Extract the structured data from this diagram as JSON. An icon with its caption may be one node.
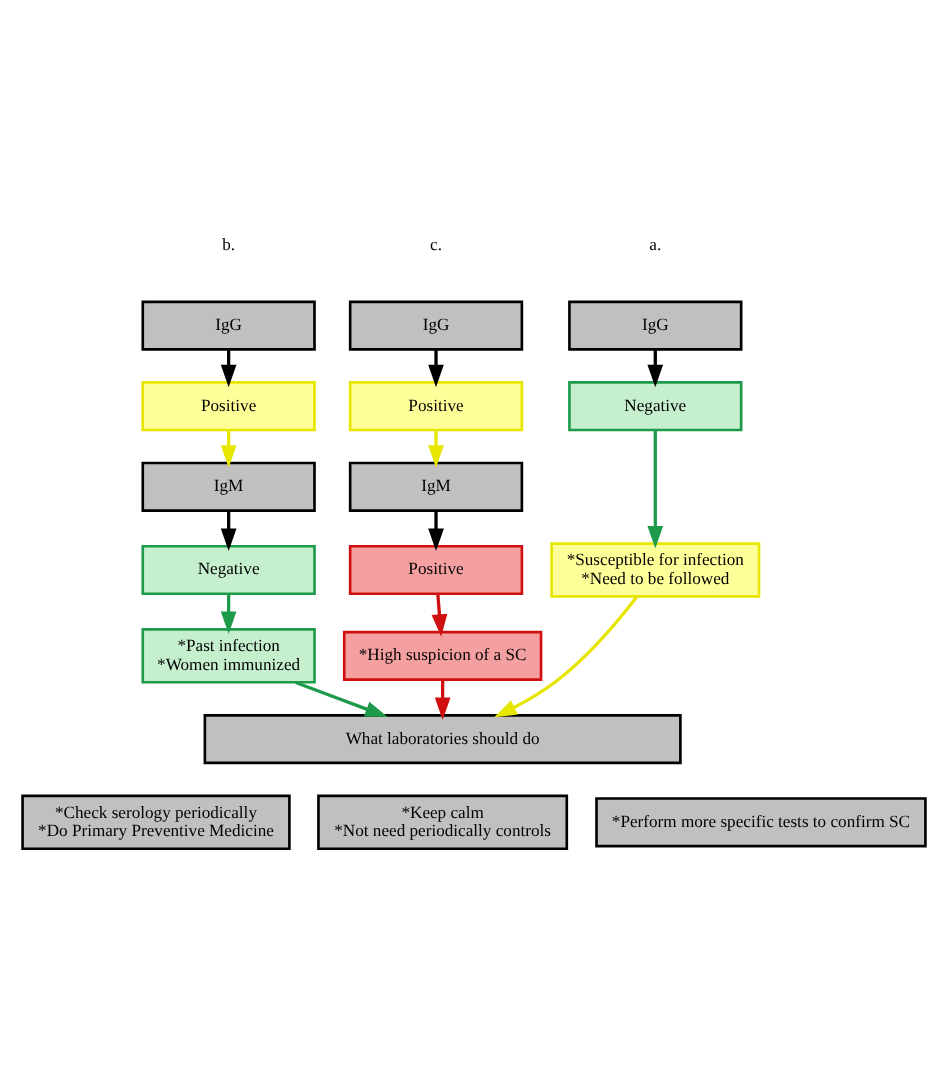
{
  "diagram": {
    "nodes": [
      {
        "text": [
          "IgG"
        ]
      },
      {
        "text": [
          "Negative"
        ]
      },
      {
        "text": [
          "*Susceptible for infection",
          "*Need to be followed"
        ]
      },
      {
        "text": [
          "IgG"
        ]
      },
      {
        "text": [
          "Positive"
        ]
      },
      {
        "text": [
          "IgM"
        ]
      },
      {
        "text": [
          "Negative"
        ]
      },
      {
        "text": [
          "*Past infection",
          "*Women immunized"
        ]
      },
      {
        "text": [
          "IgG"
        ]
      },
      {
        "text": [
          "Positive"
        ]
      },
      {
        "text": [
          "IgM"
        ]
      },
      {
        "text": [
          "Positive"
        ]
      },
      {
        "text": [
          "*High suspicion of a SC"
        ]
      },
      {
        "text": [
          "What laboratories should do"
        ]
      },
      {
        "text": [
          "*Check serology periodically",
          "*Do Primary Preventive Medicine"
        ]
      },
      {
        "text": [
          "*Keep calm",
          "*Not need periodically controls"
        ]
      },
      {
        "text": [
          "*Perform more specific tests to confirm SC"
        ]
      }
    ],
    "edges": [
      {
        "from": 0,
        "to": 1,
        "arrow": "to"
      },
      {
        "from": 1,
        "to": 2,
        "arrow": "to",
        "color": "#1e9a4b"
      },
      {
        "from": 2,
        "to": 13,
        "arrow": "to",
        "color": "#e6e600"
      },
      {
        "from": 3,
        "to": 4,
        "arrow": "to"
      },
      {
        "from": 4,
        "to": 5,
        "arrow": "to",
        "color": "#e6e600"
      },
      {
        "from": 5,
        "to": 6,
        "arrow": "to"
      },
      {
        "from": 6,
        "to": 7,
        "arrow": "to",
        "color": "#1e9a4b"
      },
      {
        "from": 7,
        "to": 13,
        "arrow": "to",
        "color": "#1e9a4b"
      },
      {
        "from": 8,
        "to": 9,
        "arrow": "to"
      },
      {
        "from": 9,
        "to": 10,
        "arrow": "to",
        "color": "#e6e600"
      },
      {
        "from": 10,
        "to": 11,
        "arrow": "to"
      },
      {
        "from": 11,
        "to": 12,
        "arrow": "to",
        "color": "#d01010"
      },
      {
        "from": 12,
        "to": 13,
        "arrow": "to",
        "color": "#d01010"
      }
    ],
    "labels": [
      "a.",
      "b.",
      "c."
    ]
  }
}
